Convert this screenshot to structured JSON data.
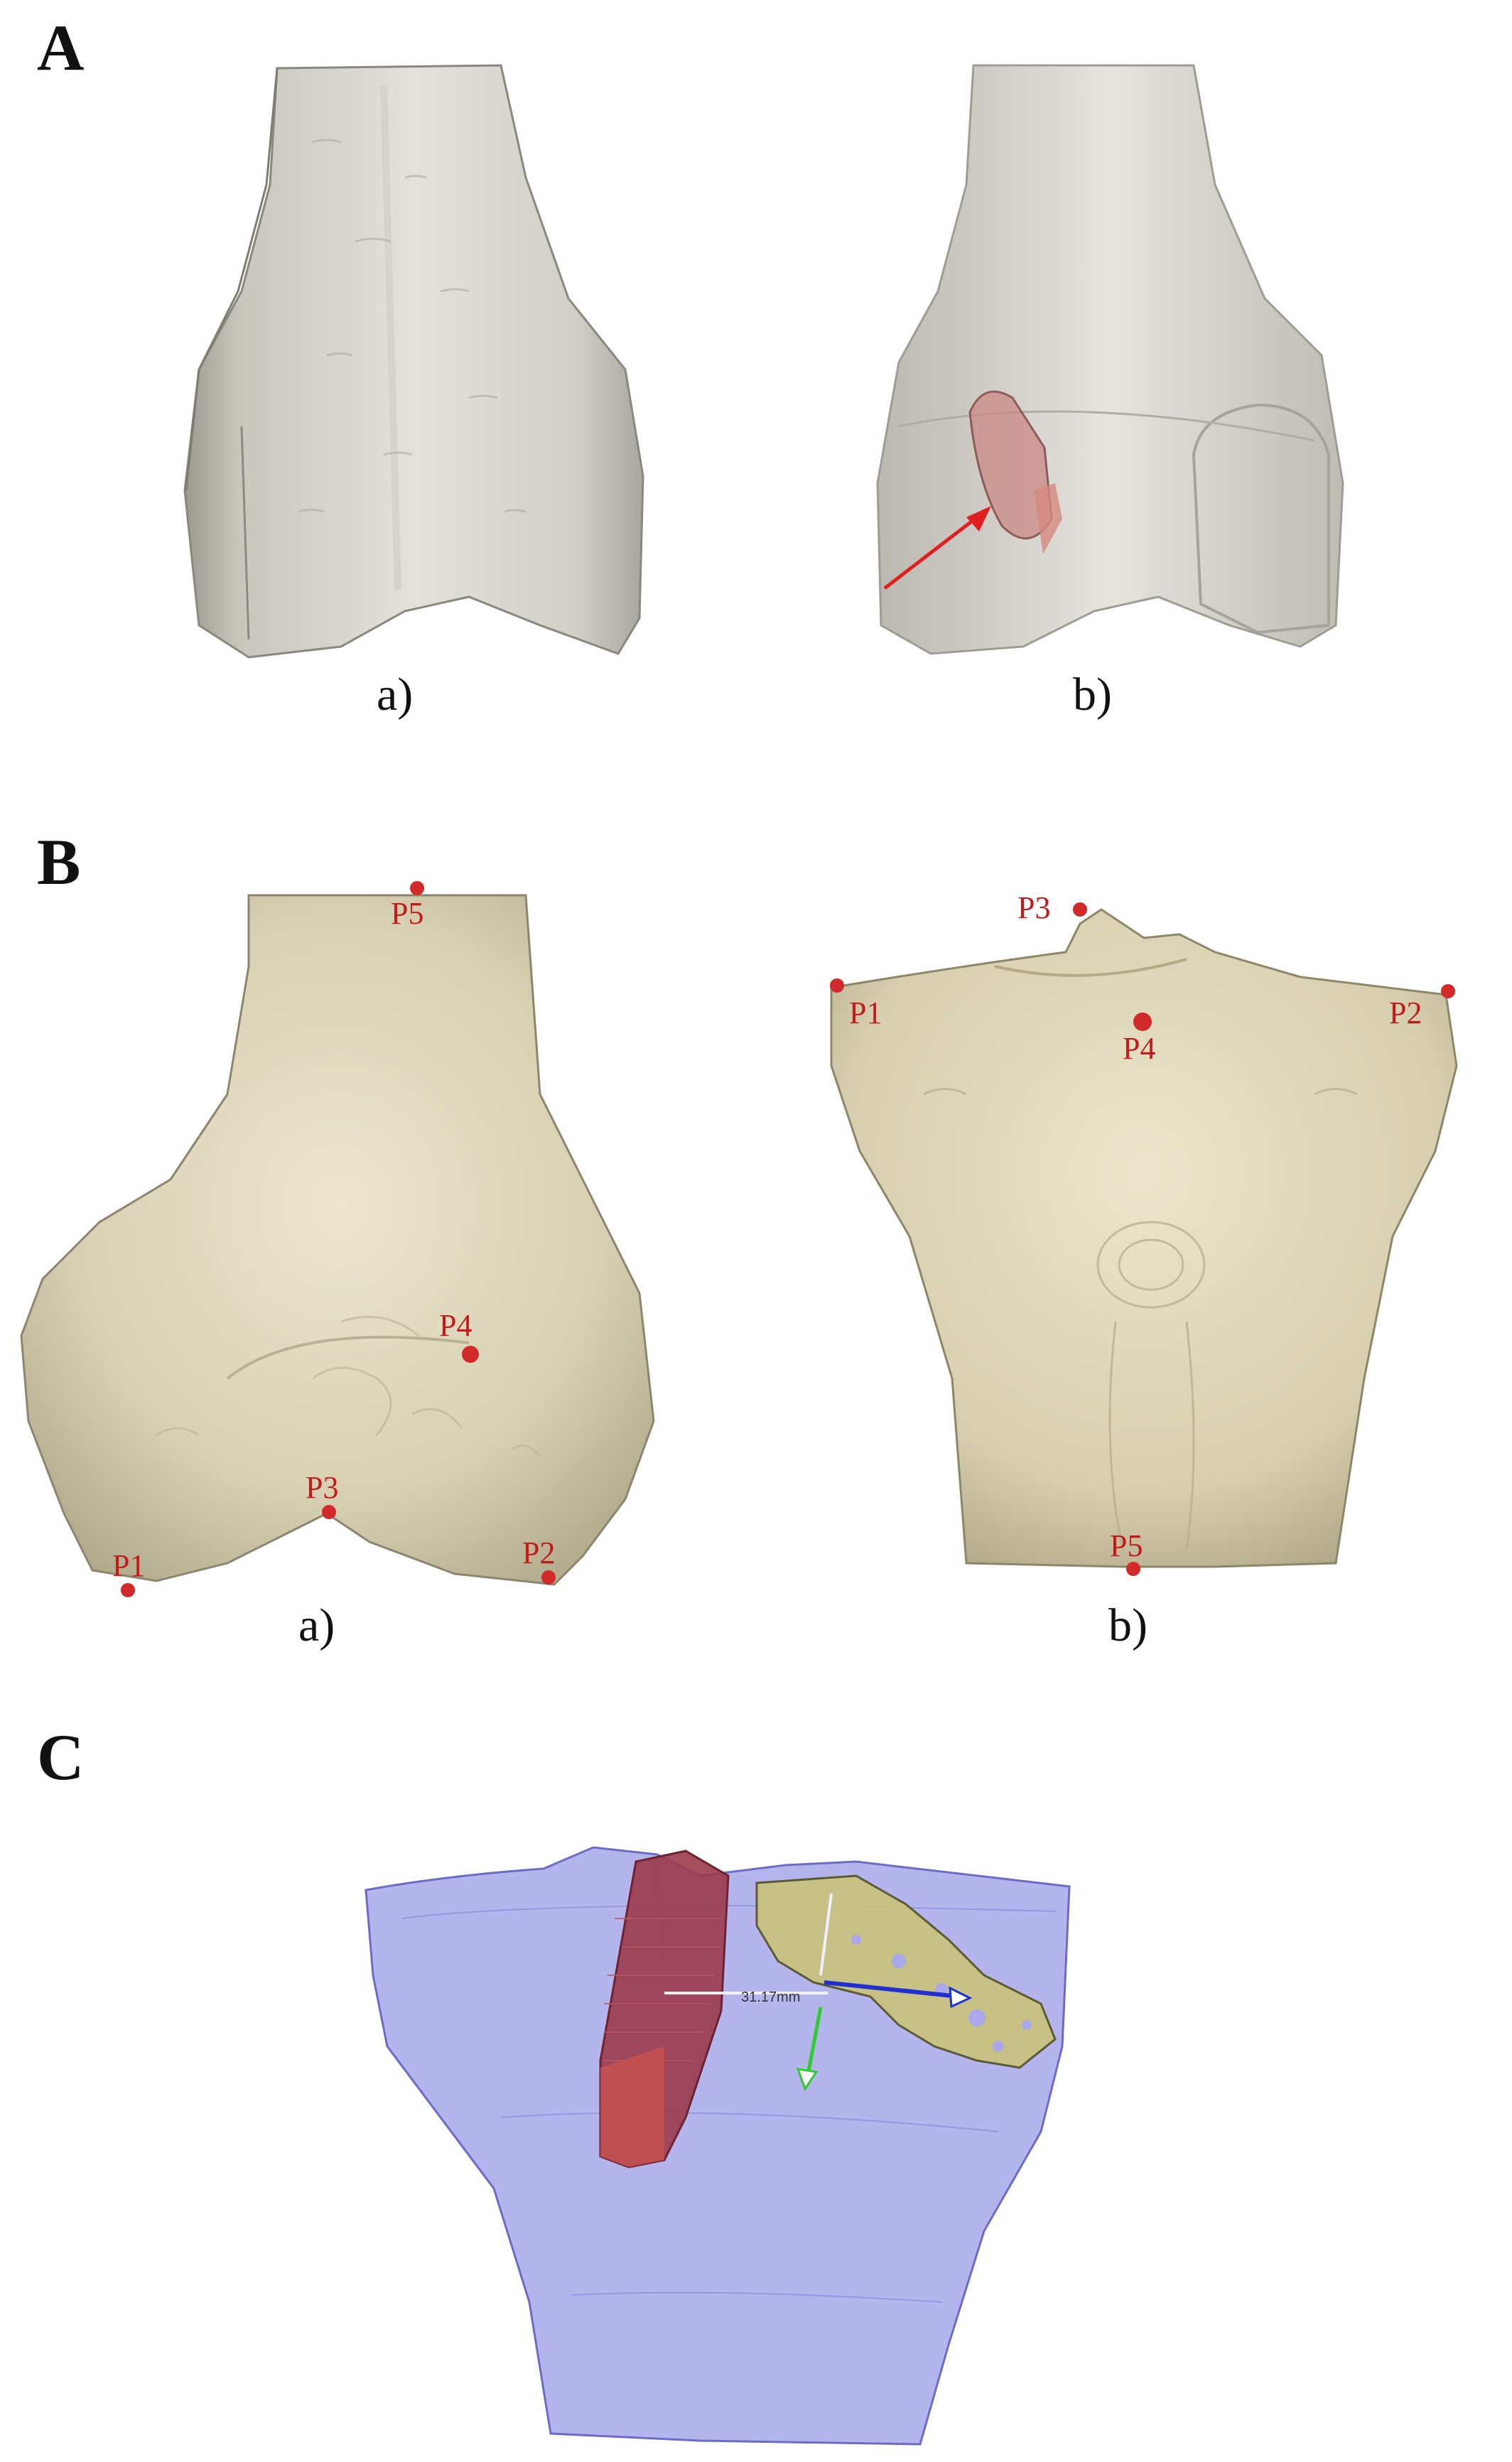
{
  "panels": {
    "A": {
      "letter": "A",
      "sub": [
        {
          "label": "a)"
        },
        {
          "label": "b)"
        }
      ]
    },
    "B": {
      "letter": "B",
      "femur_points": [
        "P1",
        "P2",
        "P3",
        "P4",
        "P5"
      ],
      "tibia_points": [
        "P1",
        "P2",
        "P3",
        "P4",
        "P5"
      ],
      "sub": [
        {
          "label": "a)"
        },
        {
          "label": "b)"
        }
      ]
    },
    "C": {
      "letter": "C",
      "measurement": "31.17mm"
    }
  },
  "colors": {
    "bone_gray": "#d9d6d0",
    "bone_beige": "#d8d0b2",
    "landmark_red": "#d22a2a",
    "lesion_pink": "#c98a86",
    "tunnel_red": "#9b3b4b",
    "translucent_blue": "#a8a8ea",
    "lesion_yellow": "#c9c27a"
  }
}
